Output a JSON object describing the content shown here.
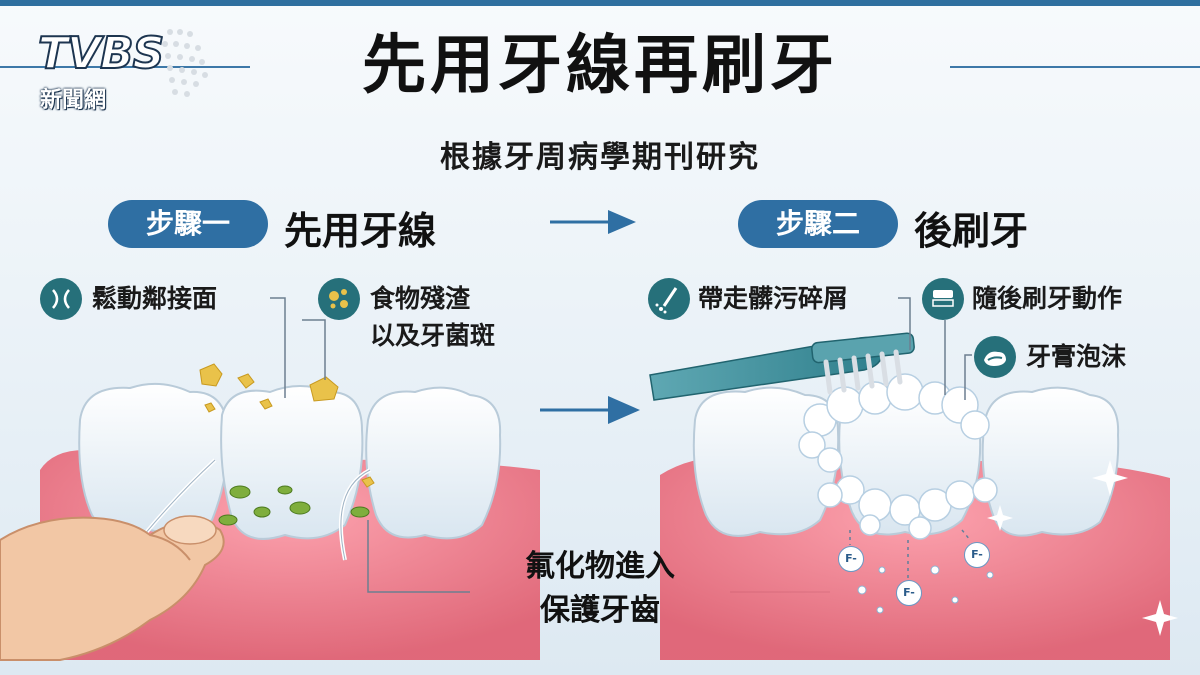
{
  "logo": {
    "brand": "TVBS",
    "sub": "新聞網"
  },
  "title": "先用牙線再刷牙",
  "subtitle": "根據牙周病學期刊研究",
  "step1": {
    "badge": "步驟一",
    "text": "先用牙線"
  },
  "step2": {
    "badge": "步驟二",
    "text": "後刷牙"
  },
  "labels": {
    "loosen": "鬆動鄰接面",
    "food_line1": "食物殘渣",
    "food_line2": "以及牙菌斑",
    "carry": "帶走髒污碎屑",
    "brush": "隨後刷牙動作",
    "paste": "牙膏泡沫",
    "fluoride_line1": "氟化物進入",
    "fluoride_line2": "保護牙齒"
  },
  "fluoride_symbol": "F-",
  "colors": {
    "accent": "#2f6fa3",
    "icon_bg": "#26707a",
    "gum": "#e86a78",
    "tooth": "#ffffff"
  },
  "icons": [
    "floss-icon",
    "food-debris-icon",
    "brush-sweep-icon",
    "toothbrush-icon",
    "toothpaste-icon",
    "arrow-right-icon"
  ]
}
